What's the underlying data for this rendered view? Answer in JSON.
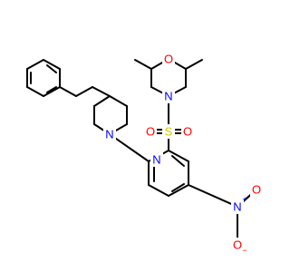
{
  "molecule": {
    "colors": {
      "bond": "#000000",
      "N": "#0000ff",
      "O": "#ff0000",
      "S": "#cccc00"
    },
    "atom_labels": {
      "morpholine_O": "O",
      "morpholine_N": "N",
      "sulfur": "S",
      "sulfonyl_O_left": "O",
      "sulfonyl_O_right": "O",
      "piperazine_N1": "N",
      "piperazine_N4": "N",
      "nitro_N": "N",
      "nitro_N_charge": "+",
      "nitro_O_top": "O",
      "nitro_O_bottom": "O",
      "nitro_O_charge": "−"
    }
  }
}
